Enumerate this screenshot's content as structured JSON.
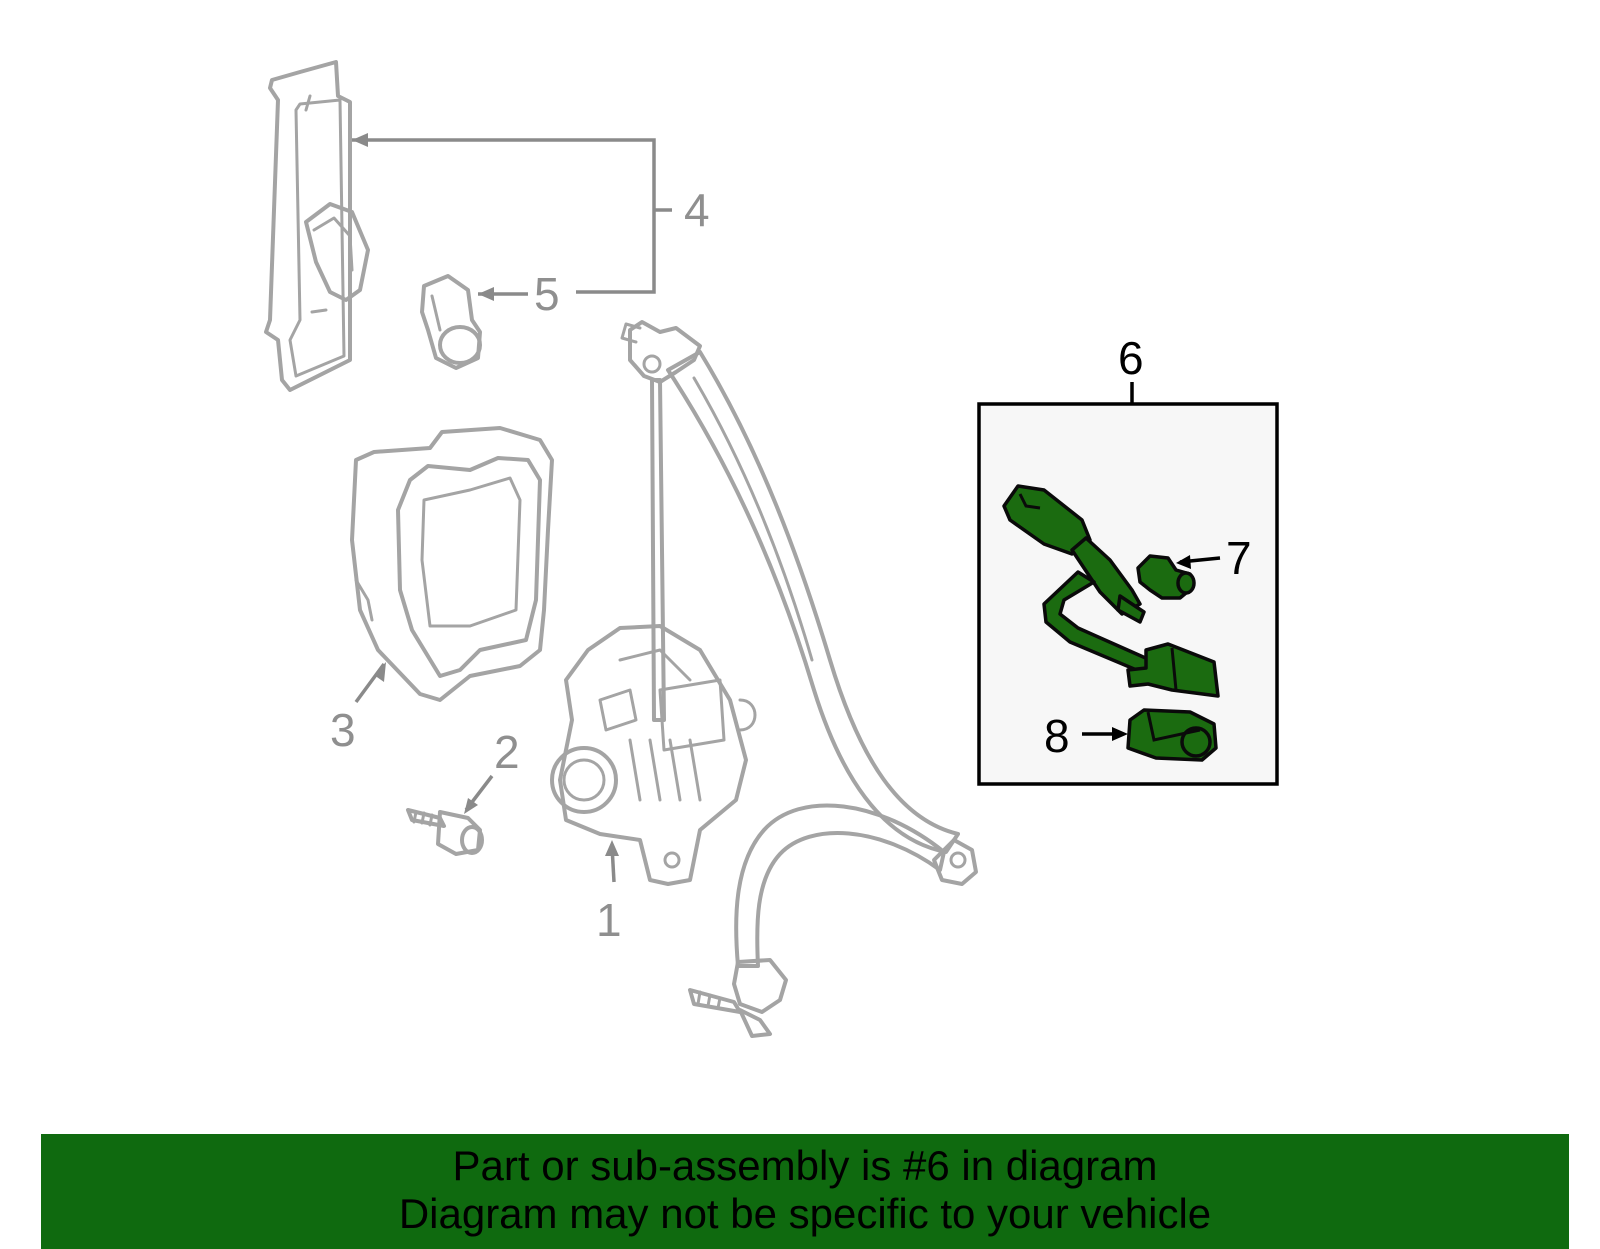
{
  "callouts": {
    "c1": "1",
    "c2": "2",
    "c3": "3",
    "c4": "4",
    "c5": "5",
    "c6": "6",
    "c7": "7",
    "c8": "8"
  },
  "banner": {
    "line1": "Part or sub-assembly is #6 in diagram",
    "line2": "Diagram may not be specific to your vehicle"
  },
  "colors": {
    "highlight_part": "#1b6b10",
    "banner_bg": "#0f6a0f",
    "ghost_stroke": "#a4a4a4"
  }
}
